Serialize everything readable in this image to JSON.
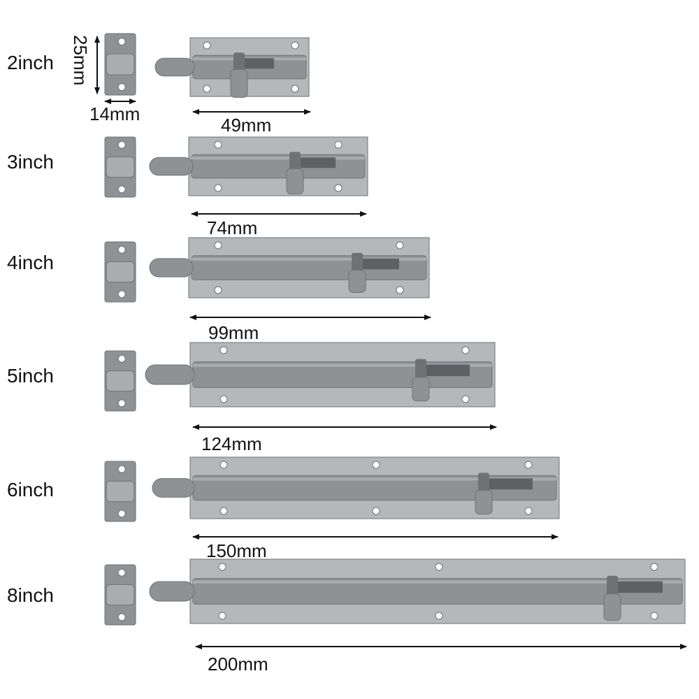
{
  "colors": {
    "metal": "#8e9295",
    "metal_light": "#a9adb0",
    "metal_dark": "#6e7275",
    "hole": "#ffffff",
    "arrow": "#111111"
  },
  "dimension_labels": {
    "keeper_height": "25mm",
    "keeper_width": "14mm"
  },
  "bolts": [
    {
      "size": "2inch",
      "length": "49mm"
    },
    {
      "size": "3inch",
      "length": "74mm"
    },
    {
      "size": "4inch",
      "length": "99mm"
    },
    {
      "size": "5inch",
      "length": "124mm"
    },
    {
      "size": "6inch",
      "length": "150mm"
    },
    {
      "size": "8inch",
      "length": "200mm"
    }
  ]
}
